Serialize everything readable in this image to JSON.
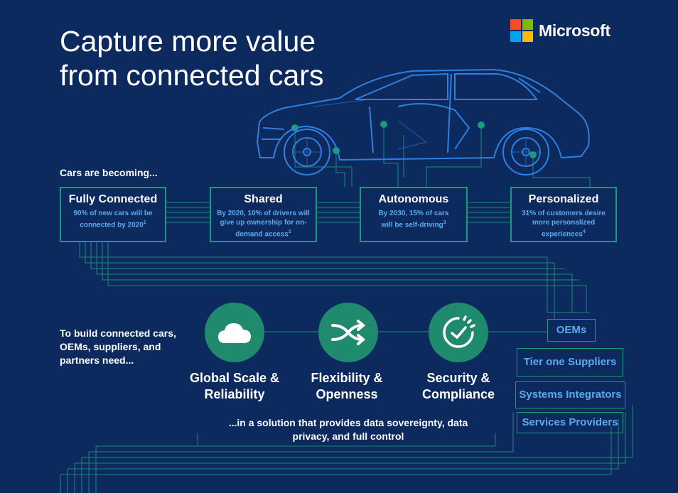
{
  "title": {
    "line1": "Capture more value",
    "line2": "from connected cars"
  },
  "brand": {
    "name": "Microsoft",
    "colors": [
      "#f25022",
      "#7fba00",
      "#00a4ef",
      "#ffb900"
    ]
  },
  "intro": "Cars are becoming...",
  "trends": [
    {
      "heading": "Fully Connected",
      "desc": "90% of new cars will be connected by 2020",
      "note": "1"
    },
    {
      "heading": "Shared",
      "desc": "By 2020, 10% of drivers will give up ownership for on-demand access",
      "note": "2"
    },
    {
      "heading": "Autonomous",
      "desc": "By 2030, 15% of cars will be self-driving",
      "note": "3"
    },
    {
      "heading": "Personalized",
      "desc": "31% of customers desire more personalized experiences",
      "note": "4"
    }
  ],
  "needs": {
    "line1": "To build connected cars,",
    "line2": "OEMs, suppliers, and",
    "line3": "partners need..."
  },
  "pillars": [
    {
      "icon": "cloud-icon",
      "line1": "Global Scale &",
      "line2": "Reliability"
    },
    {
      "icon": "crossing-arrows-icon",
      "line1": "Flexibility &",
      "line2": "Openness"
    },
    {
      "icon": "clock-check-icon",
      "line1": "Security &",
      "line2": "Compliance"
    }
  ],
  "solution": {
    "line1": "...in a solution that provides data sovereignty, data",
    "line2": "privacy, and full control"
  },
  "partners": [
    "OEMs",
    "Tier one Suppliers",
    "Systems Integrators",
    "Services Providers"
  ],
  "colors": {
    "background": "#0d2a5e",
    "accent_green": "#1c9a7c",
    "accent_blue": "#5aaaf0",
    "car_outline": "#2f7fe0"
  }
}
